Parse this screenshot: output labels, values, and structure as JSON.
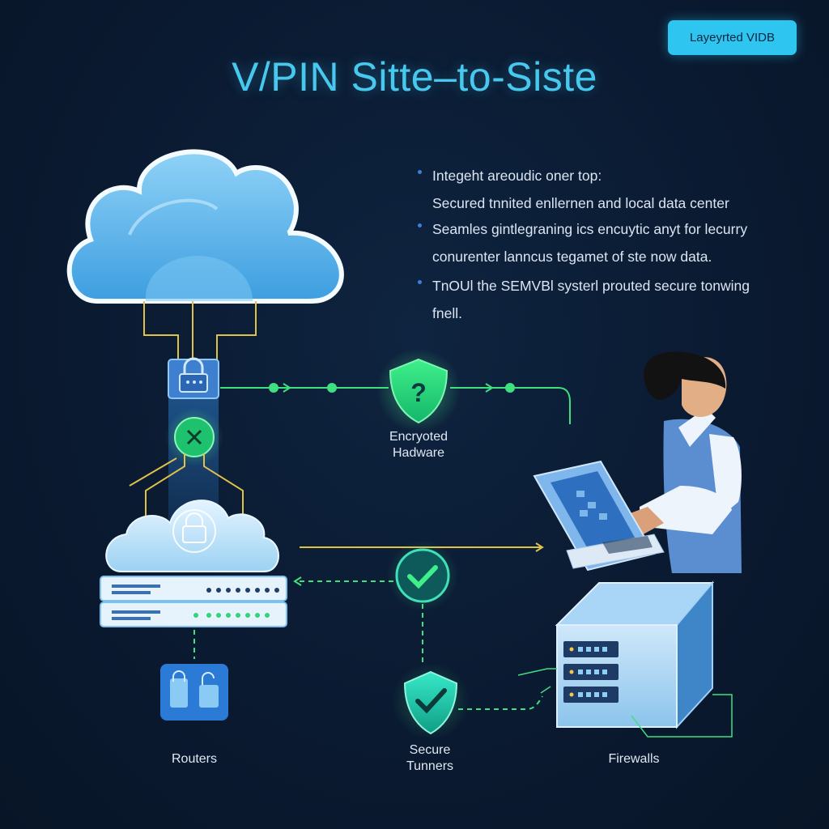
{
  "badge": {
    "label": "Layeyrted VIDB"
  },
  "title": "V/PIN Sitte–to-Siste",
  "notes": [
    {
      "line1": "Integeht areoudic oner top:",
      "line2": "Secured tnnited enllernen and local data center"
    },
    {
      "line1": "Seamles gintlegraning ics encuytic anyt for lecurry",
      "line2": "conurenter lanncus tegamet of ste now data."
    },
    {
      "line1": "TnOUl the SEMVBl systerl prouted secure tonwing",
      "line2": "fnell."
    }
  ],
  "labels": {
    "encrypted_hardware_1": "Encryoted",
    "encrypted_hardware_2": "Hadware",
    "routers": "Routers",
    "secure_tunnels_1": "Secure",
    "secure_tunnels_2": "Tunners",
    "firewalls": "Firewalls"
  },
  "colors": {
    "background": "#0a1a31",
    "accent_cyan": "#2ec6f0",
    "title_blue": "#47c8ee",
    "link_green": "#3fe07f",
    "link_yellow": "#e0c24a",
    "cloud_blue": "#5fb8ea"
  },
  "icons": [
    "cloud-icon",
    "padlock-icon",
    "x-circle-icon",
    "shield-question-icon",
    "checkmark-circle-icon",
    "shield-check-icon",
    "router-icon",
    "server-icon",
    "person-laptop-icon",
    "lock-hub-icon"
  ]
}
